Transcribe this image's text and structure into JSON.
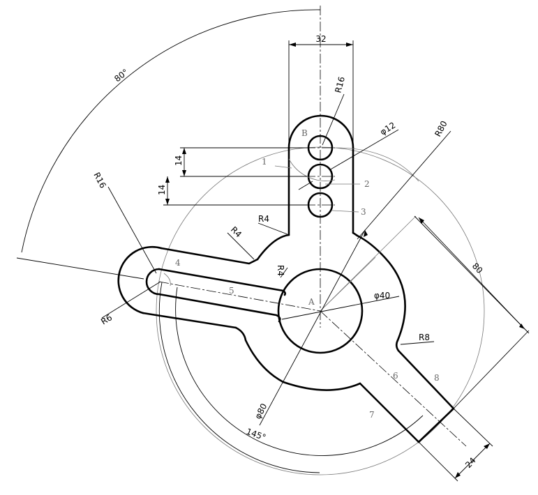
{
  "dimensions": {
    "width_top": "32",
    "radius_top": "R16",
    "hole_dia": "φ12",
    "spacing_1": "14",
    "spacing_2": "14",
    "big_radius": "R80",
    "arc_angle_top": "80°",
    "radius_left_end": "R16",
    "radius_fillet_1": "R4",
    "radius_fillet_2": "R4",
    "radius_fillet_3": "R4",
    "radius_slot": "R6",
    "hub_dia": "φ40",
    "dist_80": "80",
    "radius_8": "R8",
    "arm_width": "24",
    "circle_dia": "φ80",
    "arc_angle_bottom": "145°"
  },
  "labels": {
    "point_a": "A",
    "point_b": "B",
    "n1": "1",
    "n2": "2",
    "n3": "3",
    "n4": "4",
    "n5": "5",
    "n6": "6",
    "n7": "7",
    "n8": "8"
  }
}
